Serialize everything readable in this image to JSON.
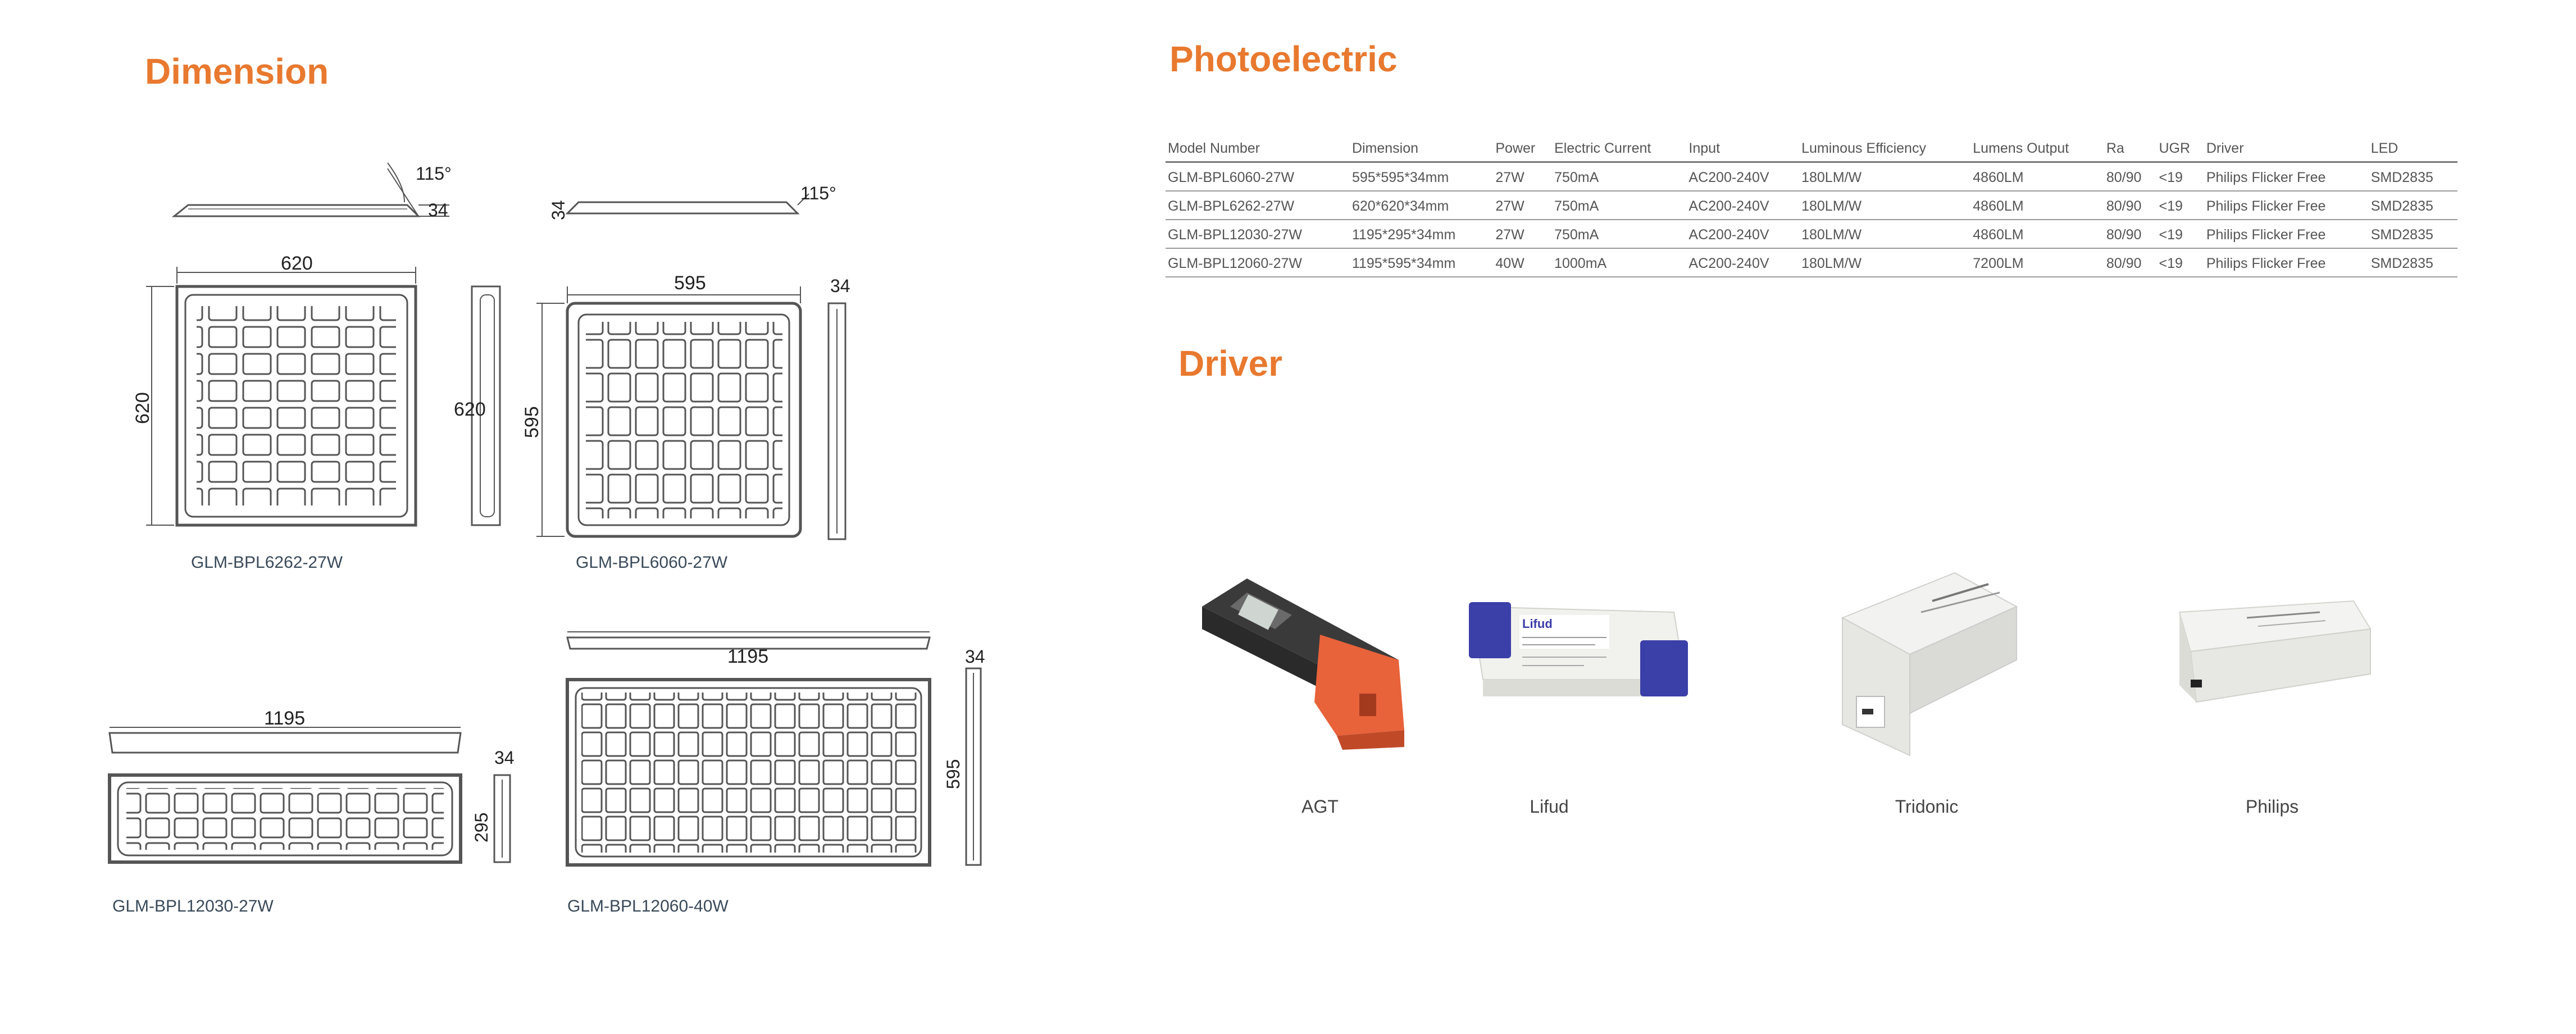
{
  "dimension": {
    "heading": "Dimension",
    "drawings": [
      {
        "model": "GLM-BPL6262-27W",
        "width": "620",
        "height": "620",
        "depth": "34",
        "angle": "115°"
      },
      {
        "model": "GLM-BPL6060-27W",
        "width": "595",
        "height": "595",
        "depth": "34",
        "angle": "115°"
      },
      {
        "model": "GLM-BPL12030-27W",
        "width": "1195",
        "height": "295",
        "depth": "34"
      },
      {
        "model": "GLM-BPL12060-40W",
        "width": "1195",
        "height": "595",
        "depth": "34"
      }
    ]
  },
  "photoelectric": {
    "heading": "Photoelectric",
    "columns": [
      "Model Number",
      "Dimension",
      "Power",
      "Electric Current",
      "Input",
      "Luminous Efficiency",
      "Lumens Output",
      "Ra",
      "UGR",
      "Driver",
      "LED"
    ],
    "rows": [
      [
        "GLM-BPL6060-27W",
        "595*595*34mm",
        "27W",
        "750mA",
        "AC200-240V",
        "180LM/W",
        "4860LM",
        "80/90",
        "<19",
        "Philips Flicker Free",
        "SMD2835"
      ],
      [
        "GLM-BPL6262-27W",
        "620*620*34mm",
        "27W",
        "750mA",
        "AC200-240V",
        "180LM/W",
        "4860LM",
        "80/90",
        "<19",
        "Philips Flicker Free",
        "SMD2835"
      ],
      [
        "GLM-BPL12030-27W",
        "1195*295*34mm",
        "27W",
        "750mA",
        "AC200-240V",
        "180LM/W",
        "4860LM",
        "80/90",
        "<19",
        "Philips Flicker Free",
        "SMD2835"
      ],
      [
        "GLM-BPL12060-27W",
        "1195*595*34mm",
        "40W",
        "1000mA",
        "AC200-240V",
        "180LM/W",
        "7200LM",
        "80/90",
        "<19",
        "Philips Flicker Free",
        "SMD2835"
      ]
    ]
  },
  "driver": {
    "heading": "Driver",
    "items": [
      {
        "name": "AGT",
        "icon": "agt-driver-image"
      },
      {
        "name": "Lifud",
        "icon": "lifud-driver-image",
        "brand_mark": "Lifud"
      },
      {
        "name": "Tridonic",
        "icon": "tridonic-driver-image"
      },
      {
        "name": "Philips",
        "icon": "philips-driver-image"
      }
    ]
  },
  "colors": {
    "heading": "#e8792f",
    "line": "#555555",
    "agt_orange": "#e8623a",
    "lifud_blue": "#3b3fa8"
  }
}
